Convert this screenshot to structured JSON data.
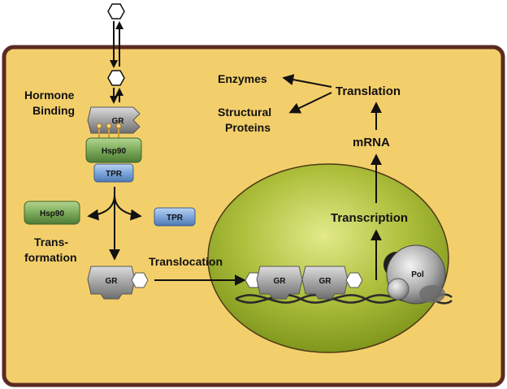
{
  "labels": {
    "hormone_binding_1": "Hormone",
    "hormone_binding_2": "Binding",
    "transformation_1": "Trans-",
    "transformation_2": "formation",
    "translocation": "Translocation",
    "transcription": "Transcription",
    "mrna": "mRNA",
    "translation": "Translation",
    "enzymes": "Enzymes",
    "structural_1": "Structural",
    "structural_2": "Proteins"
  },
  "proteins": {
    "gr": "GR",
    "hsp90": "Hsp90",
    "tpr": "TPR",
    "pol": "Pol"
  },
  "colors": {
    "cytoplasm": "#f3cf6b",
    "cell_border": "#5b2b22",
    "nucleus": "#98ae2a",
    "hsp90": "#79a85c",
    "tpr": "#7aa2d6",
    "gr": "#9d9d9d"
  }
}
